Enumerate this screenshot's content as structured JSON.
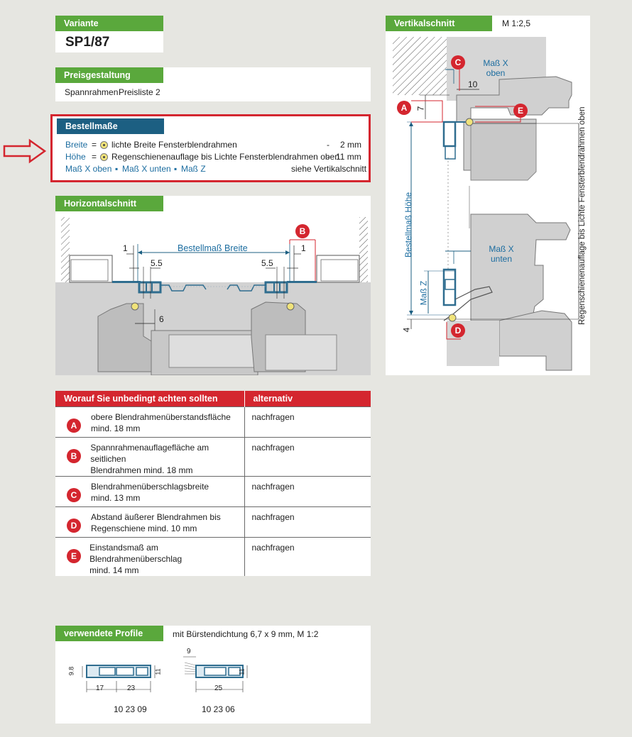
{
  "variante": {
    "header": "Variante",
    "value": "SP1/87"
  },
  "preis": {
    "header": "Preisgestaltung",
    "col1": "Spannrahmen",
    "col2": "Preisliste 2"
  },
  "bestell": {
    "header": "Bestellmaße",
    "row1": {
      "label": "Breite",
      "eq": "=",
      "text": "lichte Breite Fensterblendrahmen",
      "sign": "-",
      "value": "2 mm"
    },
    "row2": {
      "label": "Höhe",
      "eq": "=",
      "text": "Regenschienenauflage bis Lichte Fensterblendrahmen oben",
      "sign": "-",
      "value": "11 mm"
    },
    "row3": {
      "a": "Maß X oben",
      "b": "Maß X unten",
      "c": "Maß Z",
      "note": "siehe Vertikalschnitt"
    }
  },
  "horizontal": {
    "header": "Horizontalschnitt",
    "breite_label": "Bestellmaß Breite",
    "dim_1_left": "1",
    "dim_1_right": "1",
    "dim_55_left": "5.5",
    "dim_55_right": "5.5",
    "dim_6": "6",
    "badge_b": "B"
  },
  "vertikal": {
    "header": "Vertikalschnitt",
    "scale": "M 1:2,5",
    "badge_a": "A",
    "badge_c": "C",
    "badge_d": "D",
    "badge_e": "E",
    "mass_x_oben": "Maß X oben",
    "mass_x_unten": "Maß X unten",
    "dim_10": "10",
    "dim_7": "7",
    "dim_4": "4",
    "hoehe_label": "Bestellmaß Höhe",
    "mass_z": "Maß Z",
    "right_label": "Regenschienenauflage bis Lichte Fensterblendrahmen oben"
  },
  "requirements": {
    "col1": "Worauf Sie unbedingt achten sollten",
    "col2": "alternativ",
    "rows": [
      {
        "badge": "A",
        "text1": "obere Blendrahmenüberstandsfläche",
        "text2": "mind. 18 mm",
        "alt": "nachfragen"
      },
      {
        "badge": "B",
        "text1": "Spannrahmenauflagefläche am seitlichen",
        "text2": "Blendrahmen mind. 18 mm",
        "alt": "nachfragen"
      },
      {
        "badge": "C",
        "text1": "Blendrahmenüberschlagsbreite",
        "text2": "mind. 13 mm",
        "alt": "nachfragen"
      },
      {
        "badge": "D",
        "text1": "Abstand äußerer Blendrahmen bis",
        "text2": "Regenschiene mind. 10 mm",
        "alt": "nachfragen"
      },
      {
        "badge": "E",
        "text1": "Einstandsmaß am Blendrahmenüberschlag",
        "text2": "mind. 14 mm",
        "alt": "nachfragen"
      }
    ]
  },
  "profile": {
    "header": "verwendete Profile",
    "note": "mit Bürstendichtung 6,7 x 9 mm,   M 1:2",
    "p1": {
      "code": "10 23 09",
      "d_h1": "9.8",
      "d_h2": "11",
      "d_w1": "17",
      "d_w2": "23"
    },
    "p2": {
      "code": "10 23 06",
      "d_top": "9",
      "d_h": "11",
      "d_w": "25"
    }
  },
  "colors": {
    "green": "#5aa83c",
    "blue": "#1c5f82",
    "red": "#d4262f",
    "profile_blue": "#2f6d8f"
  }
}
